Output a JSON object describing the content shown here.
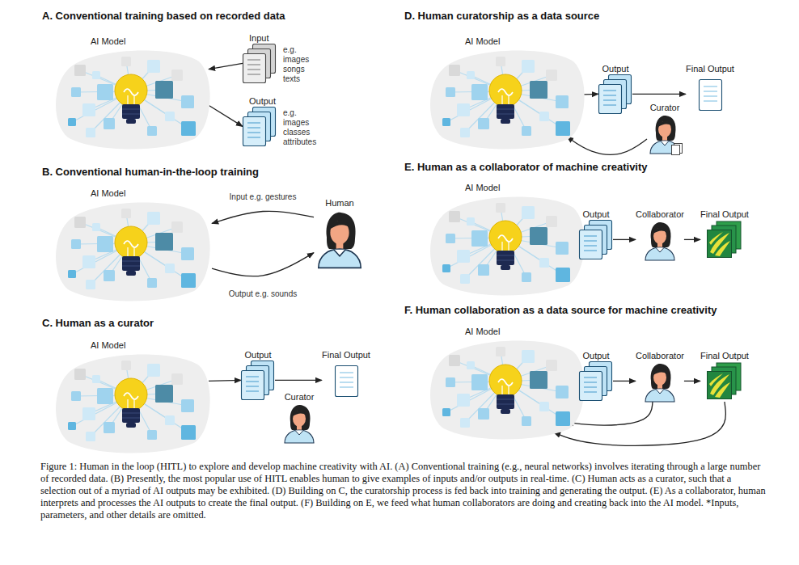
{
  "diagram": {
    "caption": "Figure 1: Human in the loop (HITL) to explore and develop machine creativity with AI. (A) Conventional training (e.g., neural networks) involves iterating through a large number of recorded data. (B) Presently, the most popular use of HITL enables human to give examples of inputs and/or outputs in real-time. (C) Human acts as a curator, such that a selection out of a myriad of AI outputs may be exhibited. (D) Building on C, the curatorship process is fed back into training and generating the output. (E) As a collaborator, human interprets and processes the AI outputs to create the final output. (F) Building on E, we feed what human collaborators are doing and creating back into the AI model. *Inputs, parameters, and other details are omitted.",
    "nodes": [
      {
        "text": [
          "AI Model"
        ]
      },
      {
        "text": [
          "Input",
          "e.g. images songs texts"
        ]
      },
      {
        "text": [
          "Output",
          "e.g. images classes attributes"
        ]
      },
      {
        "text": [
          "AI Model"
        ]
      },
      {
        "text": [
          "Human"
        ]
      },
      {
        "text": [
          "AI Model"
        ]
      },
      {
        "text": [
          "Output"
        ]
      },
      {
        "text": [
          "Final Output"
        ]
      },
      {
        "text": [
          "Curator"
        ]
      },
      {
        "text": [
          "AI Model"
        ]
      },
      {
        "text": [
          "Output"
        ]
      },
      {
        "text": [
          "Final Output"
        ]
      },
      {
        "text": [
          "Curator"
        ]
      },
      {
        "text": [
          "AI Model"
        ]
      },
      {
        "text": [
          "Output"
        ]
      },
      {
        "text": [
          "Collaborator"
        ]
      },
      {
        "text": [
          "Final Output"
        ]
      },
      {
        "text": [
          "AI Model"
        ]
      },
      {
        "text": [
          "Output"
        ]
      },
      {
        "text": [
          "Collaborator"
        ]
      },
      {
        "text": [
          "Final Output"
        ]
      }
    ],
    "edges": [
      {
        "from": 1,
        "to": 0,
        "arrow": "to"
      },
      {
        "from": 0,
        "to": 2,
        "arrow": "to"
      },
      {
        "from": 4,
        "to": 3,
        "label": "Input e.g. gestures",
        "arrow": "to"
      },
      {
        "from": 3,
        "to": 4,
        "label": "Output e.g. sounds",
        "arrow": "to"
      },
      {
        "from": 5,
        "to": 6,
        "arrow": "to"
      },
      {
        "from": 6,
        "to": 7,
        "arrow": "to"
      },
      {
        "from": 9,
        "to": 10,
        "arrow": "to"
      },
      {
        "from": 10,
        "to": 11,
        "arrow": "to"
      },
      {
        "from": 12,
        "to": 9,
        "arrow": "to"
      },
      {
        "from": 13,
        "to": 14,
        "arrow": "to"
      },
      {
        "from": 14,
        "to": 15,
        "arrow": "to"
      },
      {
        "from": 15,
        "to": 16,
        "arrow": "to"
      },
      {
        "from": 17,
        "to": 18,
        "arrow": "to"
      },
      {
        "from": 18,
        "to": 19,
        "arrow": "to"
      },
      {
        "from": 19,
        "to": 20,
        "arrow": "to"
      },
      {
        "from": 19,
        "to": 17,
        "arrow": "to"
      },
      {
        "from": 20,
        "to": 17,
        "arrow": "to"
      }
    ],
    "labels": [
      "A. Conventional training based on recorded data",
      "B. Conventional human-in-the-loop training",
      "C. Human as a curator",
      "D. Human curatorship as a data source",
      "E. Human as a collaborator of machine creativity",
      "F. Human collaboration as a data source for machine creativity"
    ]
  }
}
